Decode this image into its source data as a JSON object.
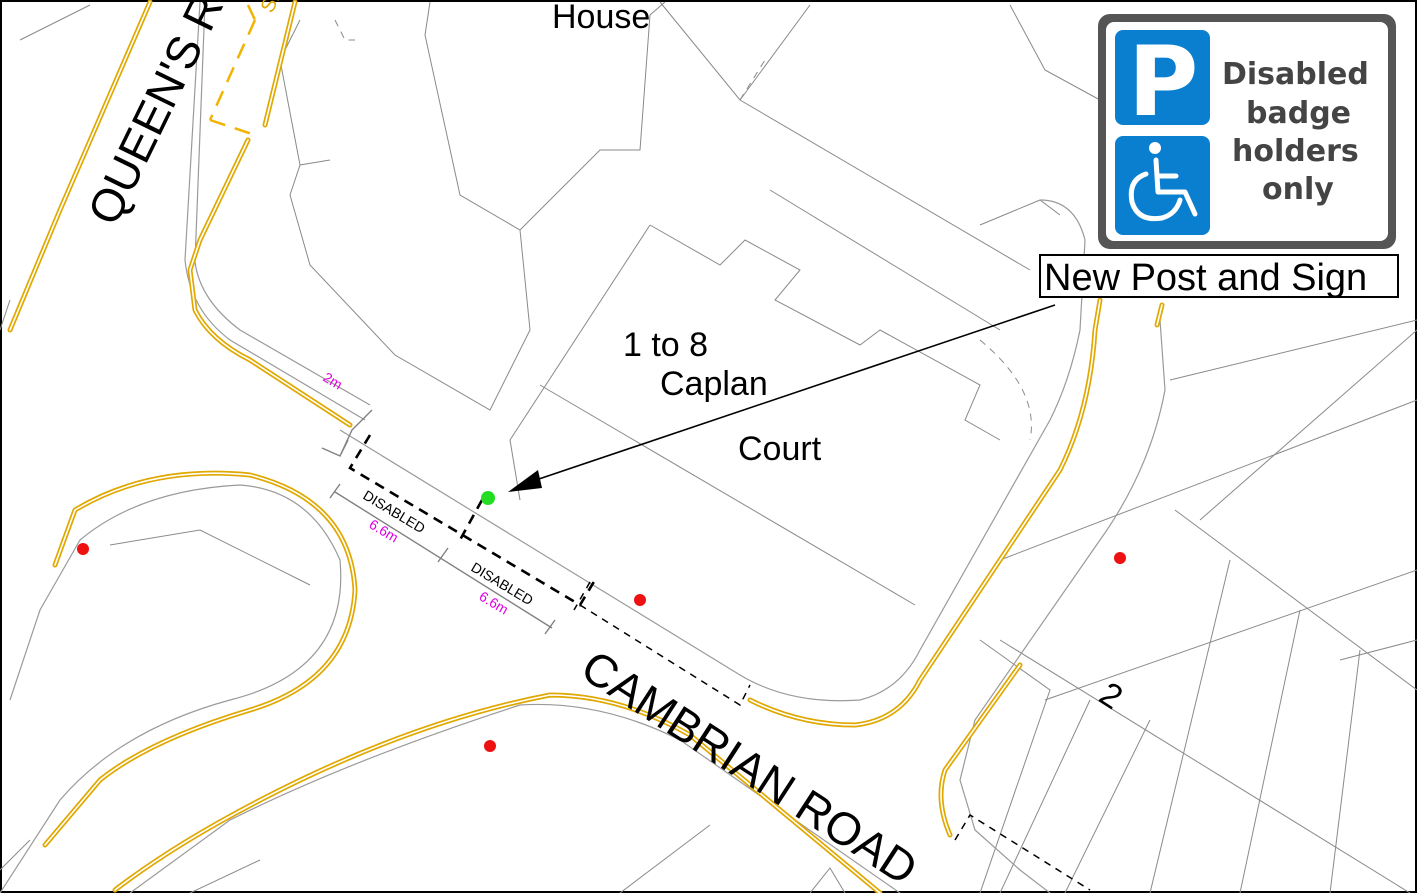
{
  "map": {
    "roads": {
      "queens_road": "QUEEN'S RO",
      "cambrian_road": "CAMBRIAN ROAD",
      "top_marking": "Sn"
    },
    "buildings": {
      "house": "House",
      "caplan_line1": "1 to 8",
      "caplan_line2": "Caplan",
      "caplan_line3": "Court",
      "plot_number": "2"
    },
    "bays": [
      {
        "label": "DISABLED",
        "length": "6.6m"
      },
      {
        "label": "DISABLED",
        "length": "6.6m"
      }
    ],
    "offset_dimension": "2m",
    "sign": {
      "parking_letter": "P",
      "text_lines": [
        "Disabled",
        "badge",
        "holders",
        "only"
      ],
      "icon": "wheelchair-icon",
      "background_color": "#0a7fd0",
      "border_color": "#555555"
    },
    "callout": "New Post and Sign",
    "markers": {
      "new_post_color": "#22dd22",
      "existing_post_color": "#ee1111"
    }
  }
}
